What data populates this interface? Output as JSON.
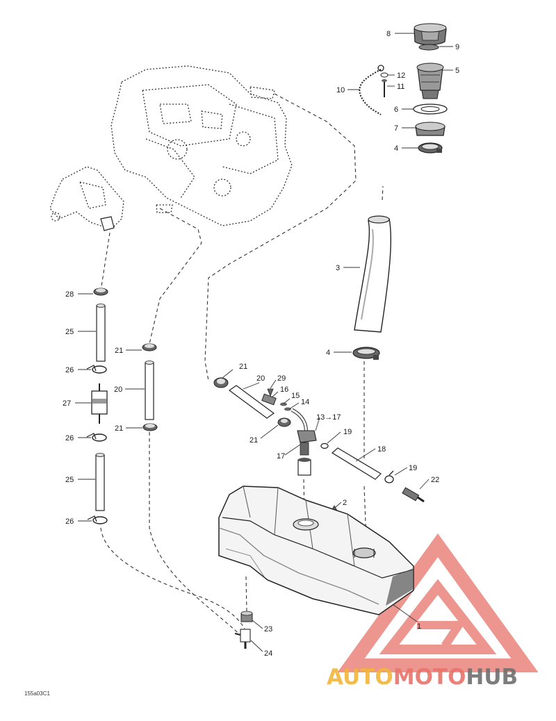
{
  "figure_code": "155a03C1",
  "watermark": {
    "brand_parts": [
      "AUTO",
      "MOTO",
      "HUB"
    ],
    "colors": {
      "auto": "#f1b53b",
      "moto": "#e8736a",
      "hub": "#6f6f6f",
      "logo": "#e8736a"
    }
  },
  "labels": [
    {
      "id": "l8",
      "text": "8"
    },
    {
      "id": "l9",
      "text": "9"
    },
    {
      "id": "l5",
      "text": "5"
    },
    {
      "id": "l12",
      "text": "12"
    },
    {
      "id": "l11",
      "text": "11"
    },
    {
      "id": "l10",
      "text": "10"
    },
    {
      "id": "l6",
      "text": "6"
    },
    {
      "id": "l7",
      "text": "7"
    },
    {
      "id": "l4a",
      "text": "4"
    },
    {
      "id": "l3",
      "text": "3"
    },
    {
      "id": "l4b",
      "text": "4"
    },
    {
      "id": "l28",
      "text": "28"
    },
    {
      "id": "l25a",
      "text": "25"
    },
    {
      "id": "l26a",
      "text": "26"
    },
    {
      "id": "l27",
      "text": "27"
    },
    {
      "id": "l26b",
      "text": "26"
    },
    {
      "id": "l25b",
      "text": "25"
    },
    {
      "id": "l26c",
      "text": "26"
    },
    {
      "id": "l21a",
      "text": "21"
    },
    {
      "id": "l20a",
      "text": "20"
    },
    {
      "id": "l21b",
      "text": "21"
    },
    {
      "id": "l21c",
      "text": "21"
    },
    {
      "id": "l20b",
      "text": "20"
    },
    {
      "id": "l29",
      "text": "29"
    },
    {
      "id": "l16",
      "text": "16"
    },
    {
      "id": "l15",
      "text": "15"
    },
    {
      "id": "l14",
      "text": "14"
    },
    {
      "id": "l13",
      "text": "13→17"
    },
    {
      "id": "l19a",
      "text": "19"
    },
    {
      "id": "l21d",
      "text": "21"
    },
    {
      "id": "l17",
      "text": "17"
    },
    {
      "id": "l18",
      "text": "18"
    },
    {
      "id": "l19b",
      "text": "19"
    },
    {
      "id": "l22",
      "text": "22"
    },
    {
      "id": "l2",
      "text": "2"
    },
    {
      "id": "l1",
      "text": "1"
    },
    {
      "id": "l23",
      "text": "23"
    },
    {
      "id": "l24",
      "text": "24"
    }
  ]
}
